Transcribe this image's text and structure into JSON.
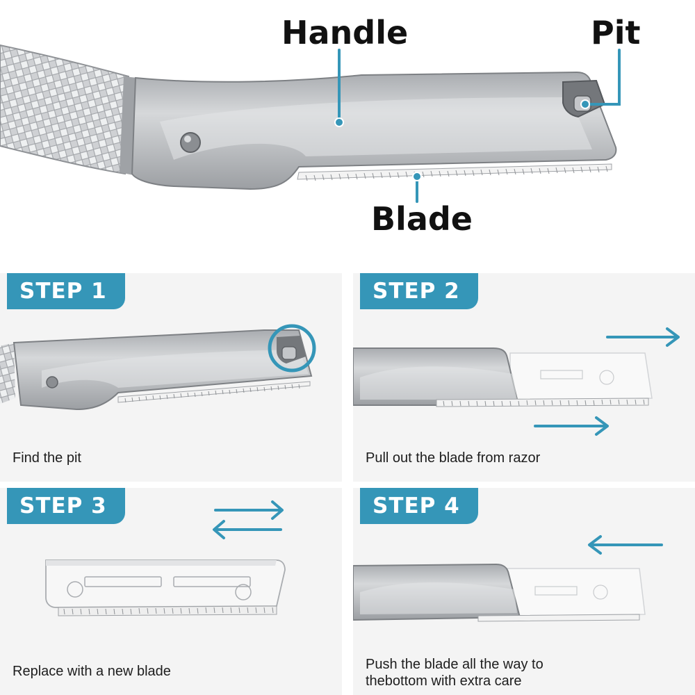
{
  "labels": {
    "handle": "Handle",
    "pit": "Pit",
    "blade": "Blade"
  },
  "steps": [
    {
      "badge": "STEP 1",
      "caption": "Find the pit"
    },
    {
      "badge": "STEP 2",
      "caption": "Pull out the blade from razor"
    },
    {
      "badge": "STEP 3",
      "caption": "Replace with a new blade"
    },
    {
      "badge": "STEP 4",
      "caption": "Push the blade all the way to thebottom with extra care"
    }
  ],
  "colors": {
    "accent": "#3596b8",
    "panel_bg": "#f4f4f4",
    "metal": "#b9bcc0",
    "text": "#111111"
  },
  "icons": [
    "arrow-right-icon",
    "arrow-left-icon",
    "swap-arrows-icon",
    "highlight-circle-icon"
  ]
}
